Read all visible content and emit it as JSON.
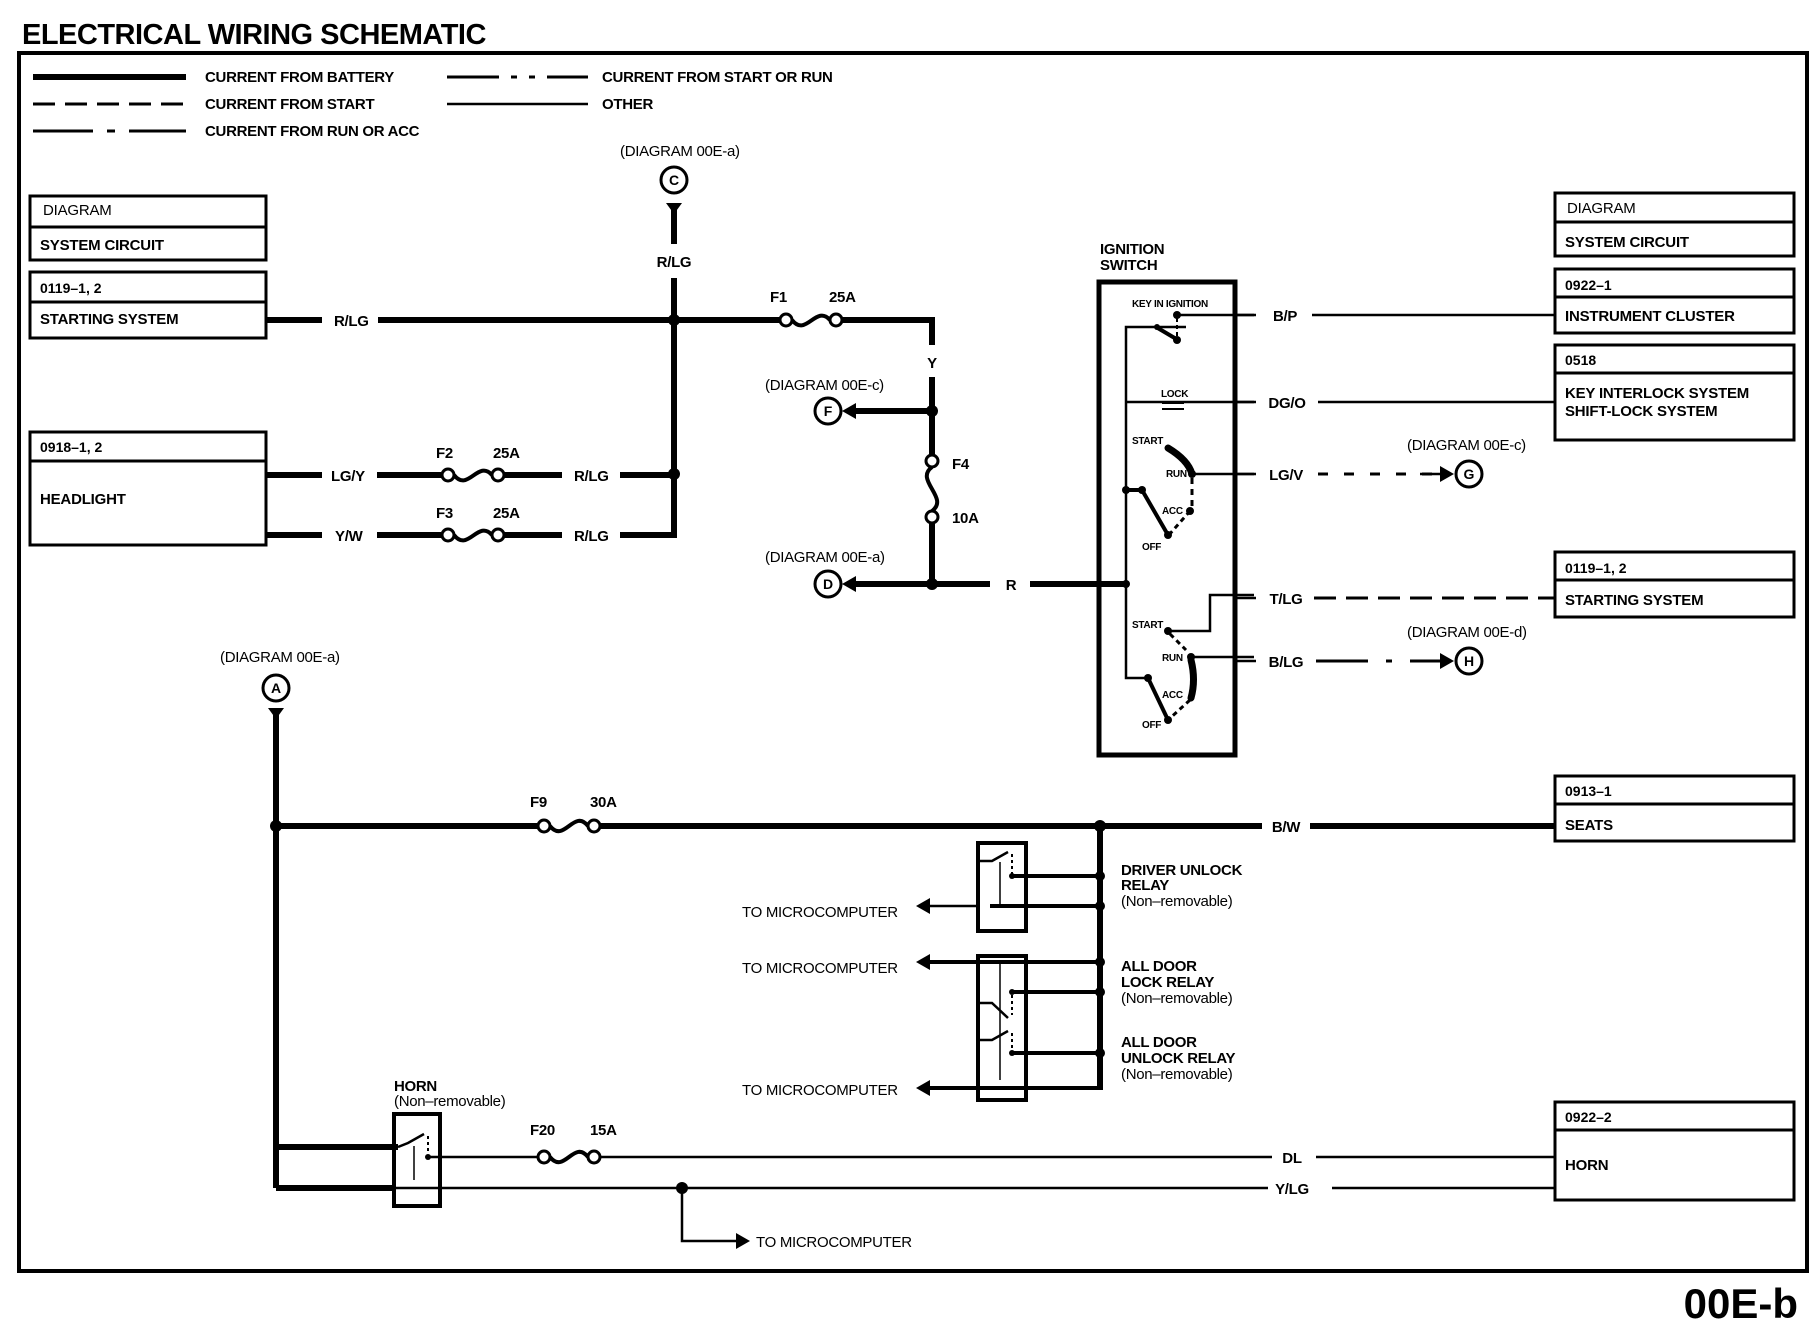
{
  "title": "ELECTRICAL WIRING SCHEMATIC",
  "page_id": "00E-b",
  "legend": [
    {
      "style": "battery",
      "label": "CURRENT FROM BATTERY"
    },
    {
      "style": "start",
      "label": "CURRENT FROM START"
    },
    {
      "style": "run_or_acc",
      "label": "CURRENT FROM RUN OR ACC"
    },
    {
      "style": "start_or_run",
      "label": "CURRENT FROM START OR RUN"
    },
    {
      "style": "other",
      "label": "OTHER"
    }
  ],
  "left_boxes": {
    "header": {
      "diagram": "DIAGRAM",
      "system": "SYSTEM CIRCUIT"
    },
    "starting": {
      "code": "0119–1, 2",
      "name": "STARTING SYSTEM"
    },
    "headlight": {
      "code": "0918–1, 2",
      "name": "HEADLIGHT"
    }
  },
  "right_boxes": {
    "header": {
      "diagram": "DIAGRAM",
      "system": "SYSTEM CIRCUIT"
    },
    "instrument": {
      "code": "0922–1",
      "name": "INSTRUMENT CLUSTER"
    },
    "interlock": {
      "code": "0518",
      "name_line1": "KEY INTERLOCK SYSTEM",
      "name_line2": "SHIFT-LOCK SYSTEM"
    },
    "starting": {
      "code": "0119–1, 2",
      "name": "STARTING SYSTEM"
    },
    "seats": {
      "code": "0913–1",
      "name": "SEATS"
    },
    "horn": {
      "code": "0922–2",
      "name": "HORN"
    }
  },
  "connectors": {
    "C": {
      "letter": "C",
      "ref": "(DIAGRAM 00E-a)"
    },
    "F": {
      "letter": "F",
      "ref": "(DIAGRAM 00E-c)"
    },
    "D": {
      "letter": "D",
      "ref": "(DIAGRAM 00E-a)"
    },
    "G": {
      "letter": "G",
      "ref": "(DIAGRAM 00E-c)"
    },
    "H": {
      "letter": "H",
      "ref": "(DIAGRAM 00E-d)"
    },
    "A": {
      "letter": "A",
      "ref": "(DIAGRAM 00E-a)"
    }
  },
  "fuses": {
    "F1": {
      "name": "F1",
      "rating": "25A"
    },
    "F2": {
      "name": "F2",
      "rating": "25A"
    },
    "F3": {
      "name": "F3",
      "rating": "25A"
    },
    "F4": {
      "name": "F4",
      "rating": "10A"
    },
    "F9": {
      "name": "F9",
      "rating": "30A"
    },
    "F20": {
      "name": "F20",
      "rating": "15A"
    }
  },
  "wires": {
    "starting_rlg": "R/LG",
    "c_rlg": "R/LG",
    "headlight_lgy": "LG/Y",
    "headlight_yw": "Y/W",
    "f2_rlg": "R/LG",
    "f3_rlg": "R/LG",
    "f1_y": "Y",
    "ign_r": "R",
    "bp": "B/P",
    "dgo": "DG/O",
    "lgv": "LG/V",
    "tlg": "T/LG",
    "blg": "B/LG",
    "bw": "B/W",
    "dl": "DL",
    "ylg": "Y/LG"
  },
  "ignition": {
    "title_line1": "IGNITION",
    "title_line2": "SWITCH",
    "key_in": "KEY IN IGNITION",
    "lock": "LOCK",
    "sw1": {
      "start": "START",
      "run": "RUN",
      "acc": "ACC",
      "off": "OFF"
    },
    "sw2": {
      "start": "START",
      "run": "RUN",
      "acc": "ACC",
      "off": "OFF"
    }
  },
  "relays": {
    "driver_unlock": {
      "line1": "DRIVER UNLOCK",
      "line2": "RELAY",
      "line3": "(Non–removable)"
    },
    "all_door_lock": {
      "line1": "ALL DOOR",
      "line2": "LOCK RELAY",
      "line3": "(Non–removable)"
    },
    "all_door_unlock": {
      "line1": "ALL DOOR",
      "line2": "UNLOCK RELAY",
      "line3": "(Non–removable)"
    },
    "horn": {
      "line1": "HORN",
      "line2": "(Non–removable)"
    }
  },
  "microcomputer": {
    "m1": "TO MICROCOMPUTER",
    "m2": "TO MICROCOMPUTER",
    "m3": "TO MICROCOMPUTER",
    "m4": "TO MICROCOMPUTER"
  }
}
